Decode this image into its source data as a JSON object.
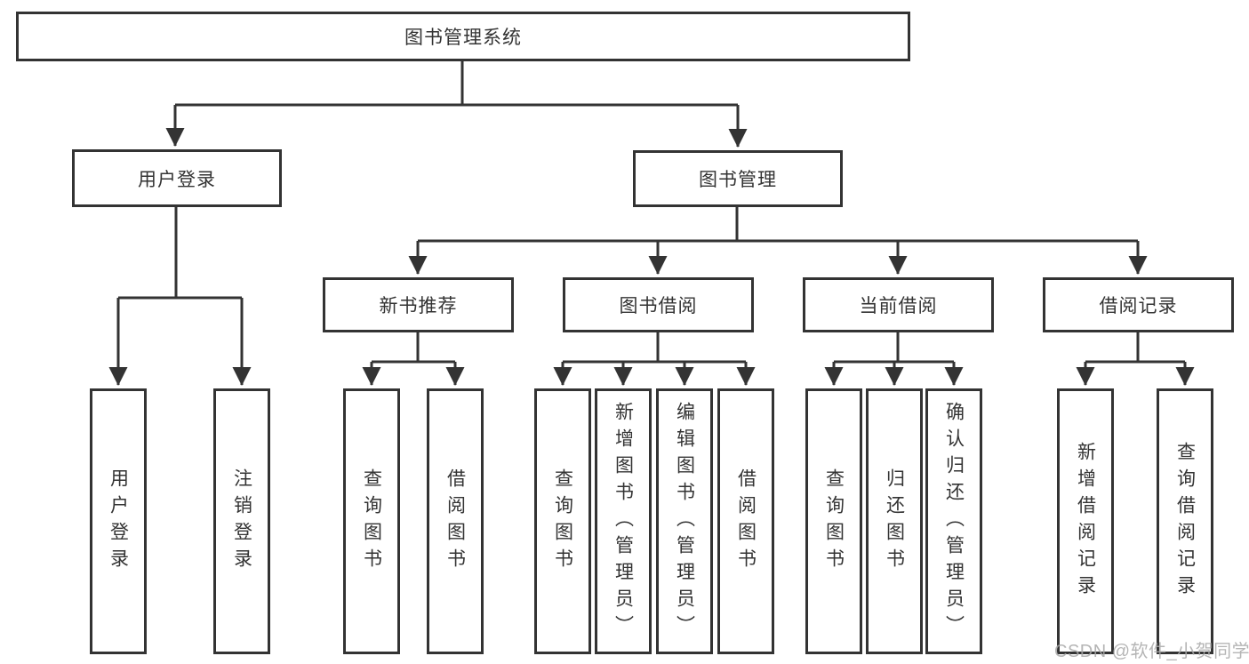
{
  "diagram": {
    "title": "图书管理系统",
    "watermark": "CSDN @软件_小贺同学",
    "colors": {
      "line": "#333333",
      "box_border": "#333333",
      "text": "#333333",
      "background": "#ffffff",
      "watermark": "#a8a8a8"
    },
    "tree": {
      "root": {
        "label": "图书管理系统"
      },
      "branches": [
        {
          "label": "用户登录",
          "children": [
            "用户登录",
            "注销登录"
          ]
        },
        {
          "label": "图书管理",
          "children": [
            {
              "label": "新书推荐",
              "children": [
                "查询图书",
                "借阅图书"
              ]
            },
            {
              "label": "图书借阅",
              "children": [
                "查询图书",
                "新增图书（管理员）",
                "编辑图书（管理员）",
                "借阅图书"
              ]
            },
            {
              "label": "当前借阅",
              "children": [
                "查询图书",
                "归还图书",
                "确认归还（管理员）"
              ]
            },
            {
              "label": "借阅记录",
              "children": [
                "新增借阅记录",
                "查询借阅记录"
              ]
            }
          ]
        }
      ]
    }
  }
}
